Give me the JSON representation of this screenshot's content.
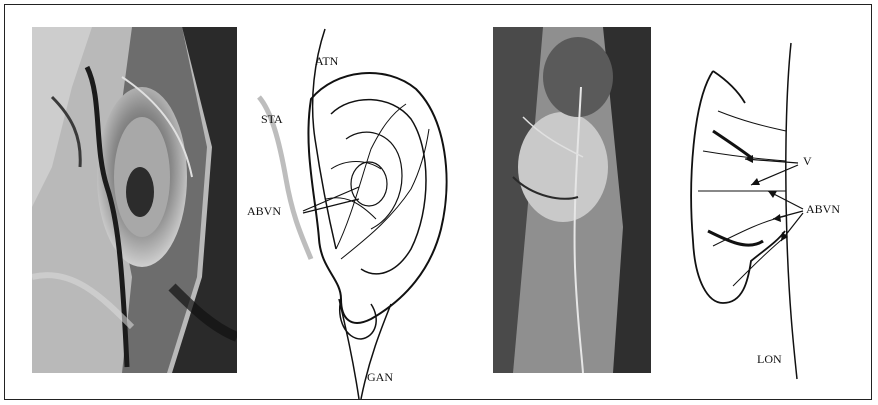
{
  "figure": {
    "panel_a_labels": {
      "atn": "ATN",
      "sta": "STA",
      "abvn": "ABVN",
      "gan": "GAN"
    },
    "panel_b_labels": {
      "v": "V",
      "abvn": "ABVN",
      "lon": "LON"
    }
  }
}
